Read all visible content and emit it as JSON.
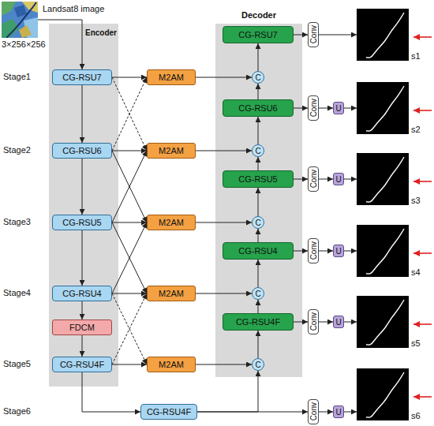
{
  "diagram": {
    "nodes": [
      {
        "text": [
          "Landsat8 image",
          "3×256×256"
        ]
      },
      {
        "text": [
          "Encoder"
        ]
      },
      {
        "text": [
          "CG-RSU7"
        ],
        "in": 1
      },
      {
        "text": [
          "CG-RSU6"
        ],
        "in": 1
      },
      {
        "text": [
          "CG-RSU5"
        ],
        "in": 1
      },
      {
        "text": [
          "CG-RSU4"
        ],
        "in": 1
      },
      {
        "text": [
          "FDCM"
        ],
        "in": 1
      },
      {
        "text": [
          "CG-RSU4F"
        ],
        "in": 1
      },
      {
        "text": [
          "M2AM"
        ]
      },
      {
        "text": [
          "M2AM"
        ]
      },
      {
        "text": [
          "M2AM"
        ]
      },
      {
        "text": [
          "M2AM"
        ]
      },
      {
        "text": [
          "M2AM"
        ]
      },
      {
        "text": [
          "Decoder"
        ]
      },
      {
        "text": [
          "CG-RSU7"
        ],
        "in": 13
      },
      {
        "text": [
          "C"
        ],
        "in": 13
      },
      {
        "text": [
          "CG-RSU6"
        ],
        "in": 13
      },
      {
        "text": [
          "C"
        ],
        "in": 13
      },
      {
        "text": [
          "CG-RSU5"
        ],
        "in": 13
      },
      {
        "text": [
          "C"
        ],
        "in": 13
      },
      {
        "text": [
          "CG-RSU4"
        ],
        "in": 13
      },
      {
        "text": [
          "C"
        ],
        "in": 13
      },
      {
        "text": [
          "CG-RSU4F"
        ],
        "in": 13
      },
      {
        "text": [
          "C"
        ],
        "in": 13
      },
      {
        "text": [
          "CG-RSU4F"
        ]
      },
      {
        "text": [
          "Conv"
        ]
      },
      {
        "text": [
          "Conv"
        ]
      },
      {
        "text": [
          "Conv"
        ]
      },
      {
        "text": [
          "Conv"
        ]
      },
      {
        "text": [
          "Conv"
        ]
      },
      {
        "text": [
          "Conv"
        ]
      },
      {
        "text": [
          "U"
        ]
      },
      {
        "text": [
          "U"
        ]
      },
      {
        "text": [
          "U"
        ]
      },
      {
        "text": [
          "U"
        ]
      },
      {
        "text": [
          "U"
        ]
      },
      {
        "text": [
          "s1"
        ]
      },
      {
        "text": [
          "s2"
        ]
      },
      {
        "text": [
          "s3"
        ]
      },
      {
        "text": [
          "s4"
        ]
      },
      {
        "text": [
          "s5"
        ]
      },
      {
        "text": [
          "s6"
        ]
      }
    ],
    "edges": [
      {
        "from": 0,
        "to": 2,
        "arrow": "to"
      },
      {
        "from": 2,
        "to": 3,
        "arrow": "to"
      },
      {
        "from": 3,
        "to": 4,
        "arrow": "to"
      },
      {
        "from": 4,
        "to": 5,
        "arrow": "to"
      },
      {
        "from": 5,
        "to": 6,
        "arrow": "to"
      },
      {
        "from": 6,
        "to": 7,
        "arrow": "to"
      },
      {
        "from": 7,
        "to": 24,
        "arrow": "to"
      },
      {
        "from": 2,
        "to": 8,
        "arrow": "to"
      },
      {
        "from": 2,
        "to": 9,
        "arrow": "to"
      },
      {
        "from": 3,
        "to": 8,
        "arrow": "to"
      },
      {
        "from": 3,
        "to": 9,
        "arrow": "to"
      },
      {
        "from": 3,
        "to": 10,
        "arrow": "to"
      },
      {
        "from": 4,
        "to": 9,
        "arrow": "to"
      },
      {
        "from": 4,
        "to": 10,
        "arrow": "to"
      },
      {
        "from": 4,
        "to": 11,
        "arrow": "to"
      },
      {
        "from": 5,
        "to": 10,
        "arrow": "to"
      },
      {
        "from": 5,
        "to": 11,
        "arrow": "to"
      },
      {
        "from": 5,
        "to": 12,
        "arrow": "to"
      },
      {
        "from": 7,
        "to": 11,
        "arrow": "to"
      },
      {
        "from": 7,
        "to": 12,
        "arrow": "to"
      },
      {
        "from": 8,
        "to": 15,
        "arrow": "to"
      },
      {
        "from": 9,
        "to": 17,
        "arrow": "to"
      },
      {
        "from": 10,
        "to": 19,
        "arrow": "to"
      },
      {
        "from": 11,
        "to": 21,
        "arrow": "to"
      },
      {
        "from": 12,
        "to": 23,
        "arrow": "to"
      },
      {
        "from": 24,
        "to": 23,
        "arrow": "to"
      },
      {
        "from": 23,
        "to": 22,
        "arrow": "to"
      },
      {
        "from": 22,
        "to": 21,
        "arrow": "to"
      },
      {
        "from": 21,
        "to": 20,
        "arrow": "to"
      },
      {
        "from": 20,
        "to": 19,
        "arrow": "to"
      },
      {
        "from": 19,
        "to": 18,
        "arrow": "to"
      },
      {
        "from": 18,
        "to": 17,
        "arrow": "to"
      },
      {
        "from": 17,
        "to": 16,
        "arrow": "to"
      },
      {
        "from": 16,
        "to": 15,
        "arrow": "to"
      },
      {
        "from": 15,
        "to": 14,
        "arrow": "to"
      },
      {
        "from": 14,
        "to": 25,
        "arrow": "to"
      },
      {
        "from": 16,
        "to": 26,
        "arrow": "to"
      },
      {
        "from": 18,
        "to": 27,
        "arrow": "to"
      },
      {
        "from": 20,
        "to": 28,
        "arrow": "to"
      },
      {
        "from": 22,
        "to": 29,
        "arrow": "to"
      },
      {
        "from": 24,
        "to": 30,
        "arrow": "to"
      },
      {
        "from": 25,
        "to": 36,
        "arrow": "to"
      },
      {
        "from": 26,
        "to": 31,
        "arrow": "to"
      },
      {
        "from": 27,
        "to": 32,
        "arrow": "to"
      },
      {
        "from": 28,
        "to": 33,
        "arrow": "to"
      },
      {
        "from": 29,
        "to": 34,
        "arrow": "to"
      },
      {
        "from": 30,
        "to": 35,
        "arrow": "to"
      },
      {
        "from": 31,
        "to": 37,
        "arrow": "to"
      },
      {
        "from": 32,
        "to": 38,
        "arrow": "to"
      },
      {
        "from": 33,
        "to": 39,
        "arrow": "to"
      },
      {
        "from": 34,
        "to": 40,
        "arrow": "to"
      },
      {
        "from": 35,
        "to": 41,
        "arrow": "to"
      }
    ],
    "labels": [
      "Stage1",
      "Stage2",
      "Stage3",
      "Stage4",
      "Stage5",
      "Stage6"
    ]
  }
}
